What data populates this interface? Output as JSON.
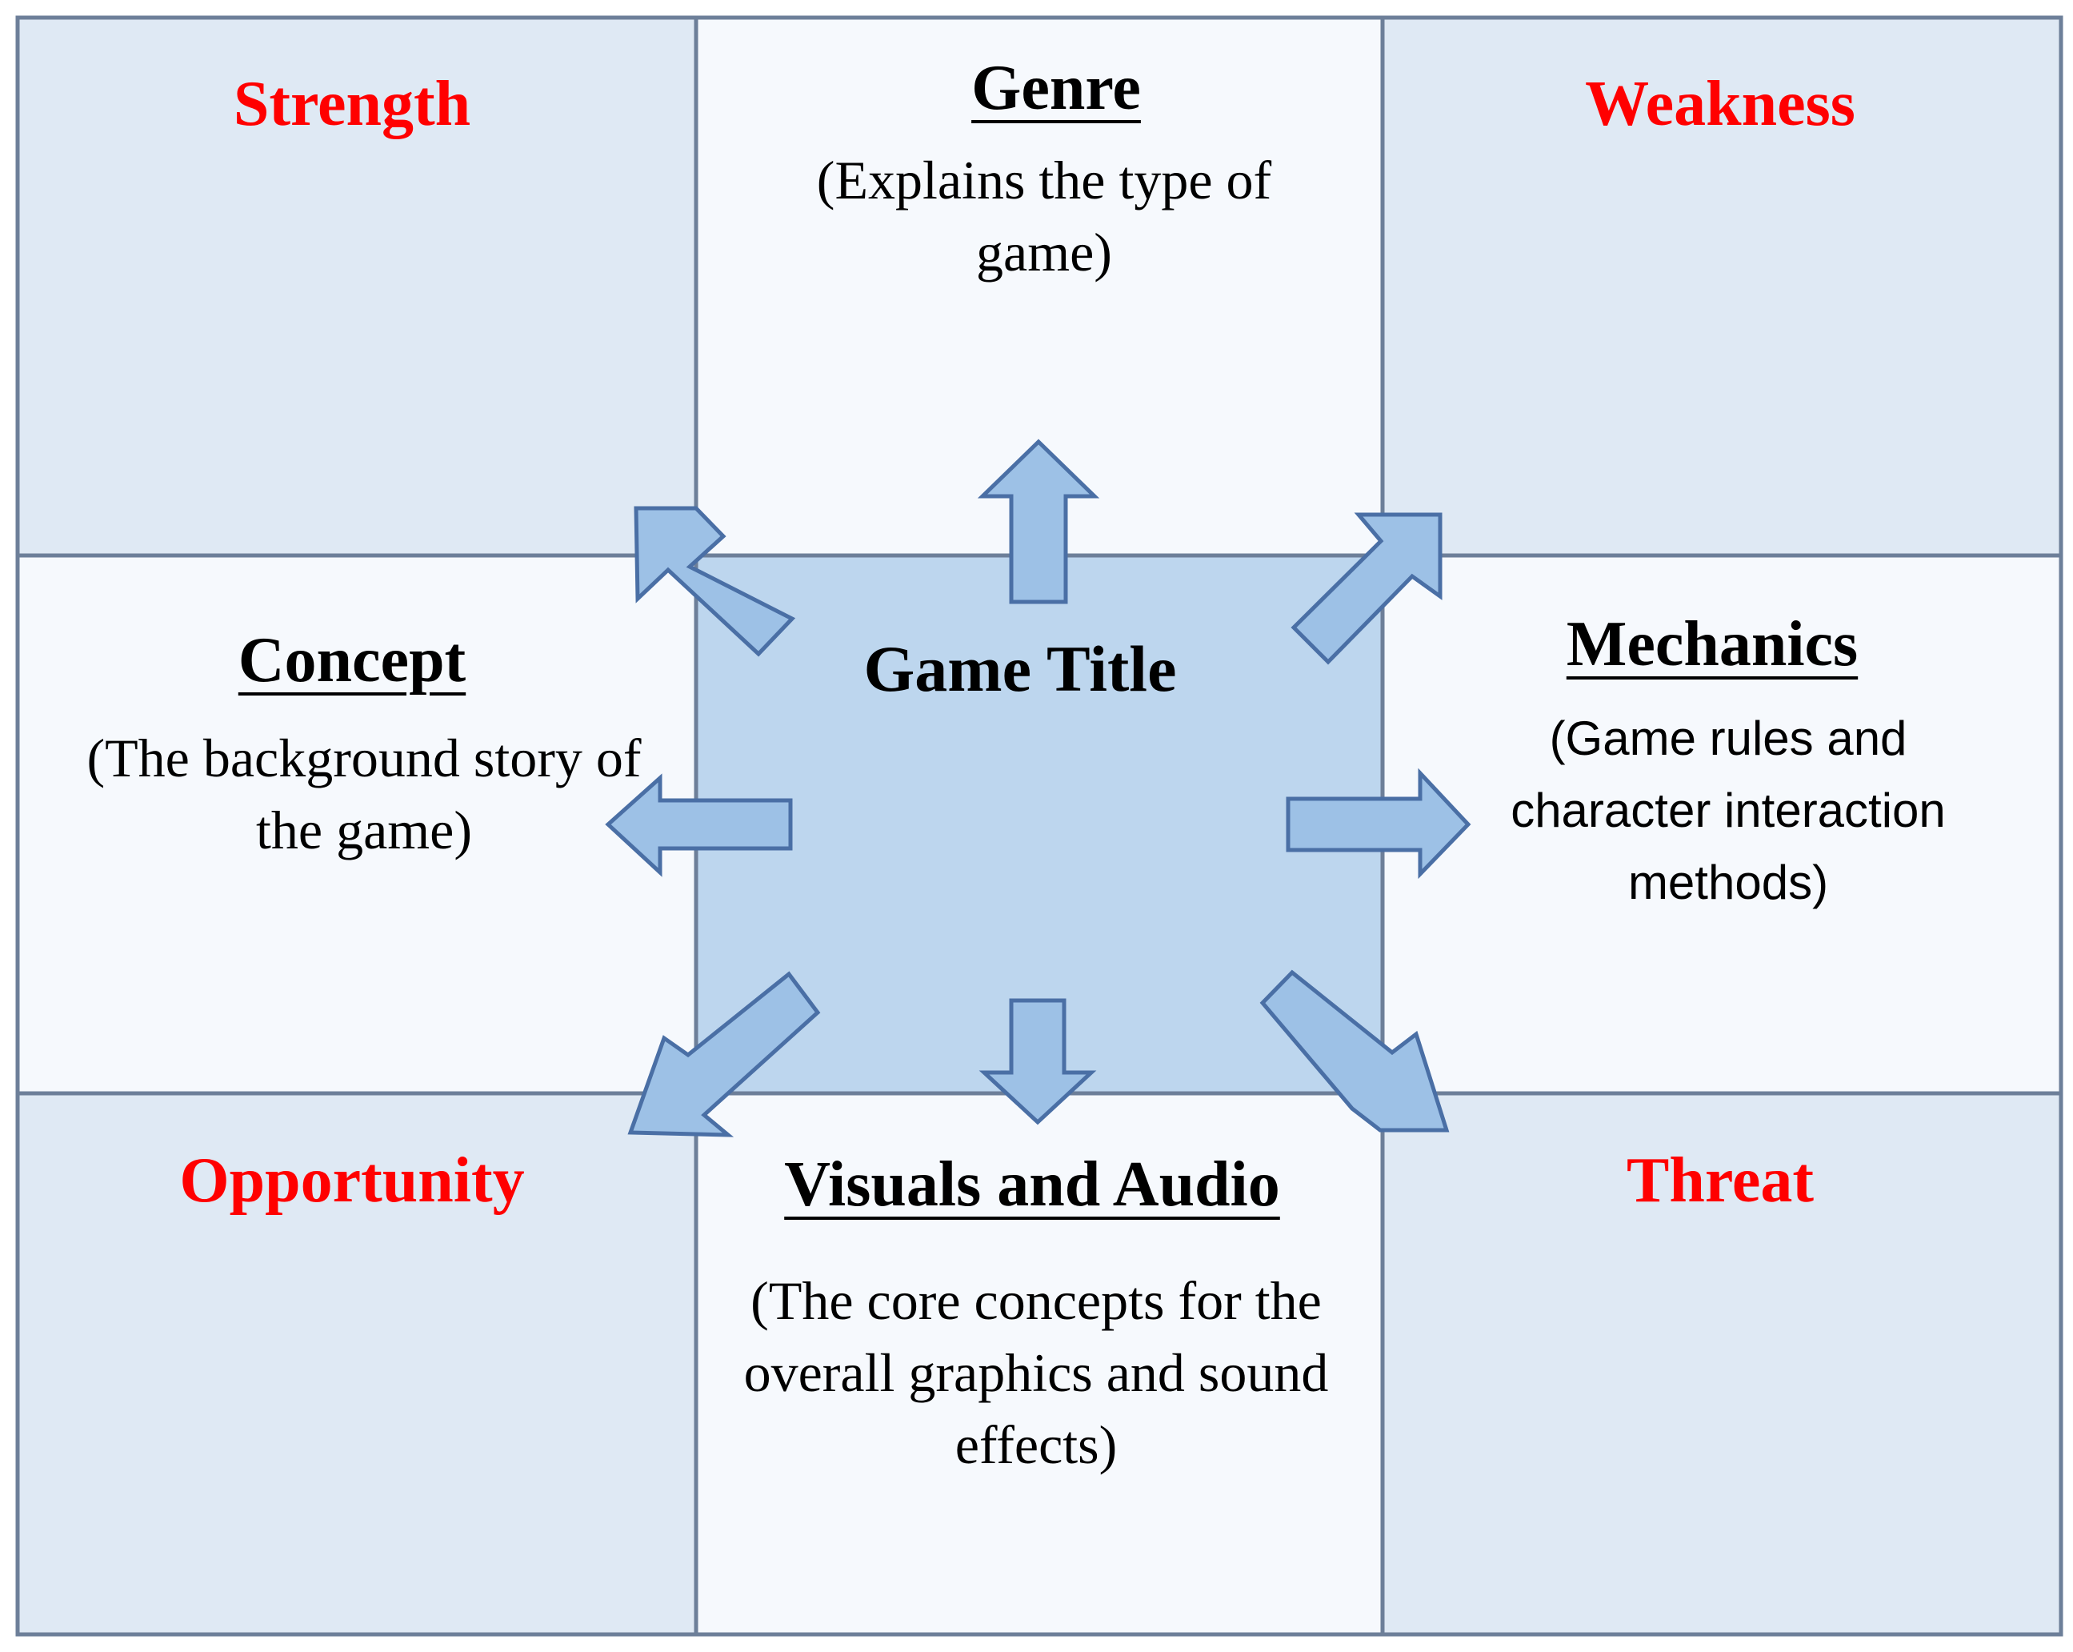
{
  "center": {
    "title": "Game Title"
  },
  "swot": {
    "strength": "Strength",
    "weakness": "Weakness",
    "opportunity": "Opportunity",
    "threat": "Threat"
  },
  "sections": {
    "genre": {
      "heading": "Genre",
      "description": "(Explains the type of game)"
    },
    "concept": {
      "heading": "Concept",
      "description": "(The background story of the game)"
    },
    "mechanics": {
      "heading": "Mechanics",
      "description": "(Game rules and character interaction methods)"
    },
    "visuals": {
      "heading": "Visuals and Audio",
      "description": "(The core concepts for the overall graphics and sound effects)"
    }
  },
  "colors": {
    "swot_text": "#ff0000",
    "corner_fill": "#dfe9f4",
    "side_fill": "#f6f9fd",
    "center_fill": "#bdd6ee",
    "arrow_fill": "#9dc1e6",
    "arrow_stroke": "#4a6fa5"
  }
}
